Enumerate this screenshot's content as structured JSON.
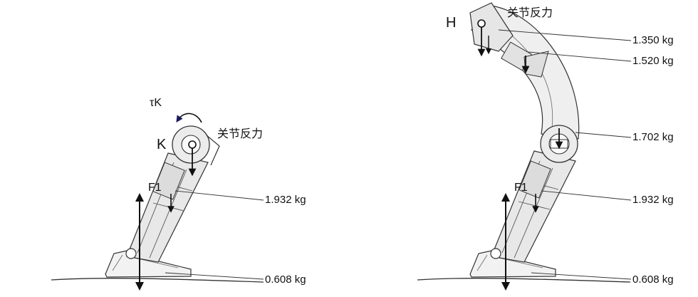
{
  "left_panel": {
    "torque_label": "τK",
    "joint_label": "K",
    "joint_force_label": "关节反力",
    "f1_label": "F1",
    "masses": [
      "1.932 kg",
      "0.608 kg"
    ]
  },
  "right_panel": {
    "joint_label": "H",
    "joint_force_label": "关节反力",
    "f1_label": "F1",
    "masses": [
      "1.350 kg",
      "1.520 kg",
      "1.702 kg",
      "1.932 kg",
      "0.608 kg"
    ]
  }
}
